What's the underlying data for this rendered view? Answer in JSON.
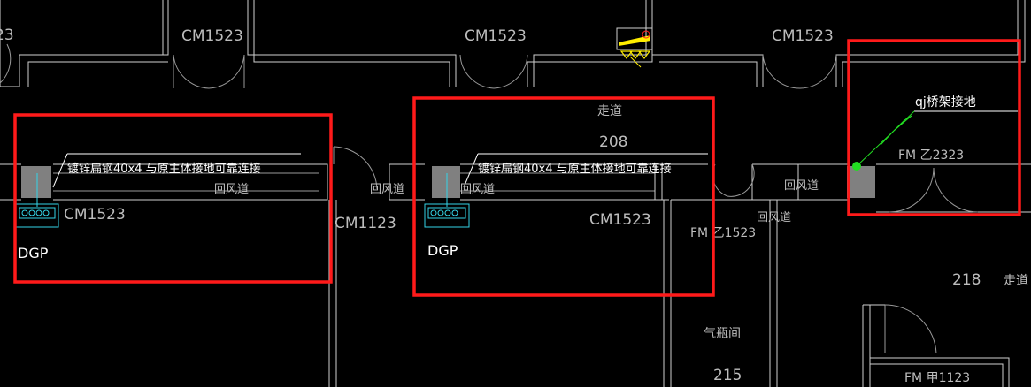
{
  "colors": {
    "background": "#000000",
    "wall": "#cfcfcf",
    "highlight": "#ff1a1a",
    "symbol": "#35d5e8",
    "marker": "#ffee00",
    "node": "#22dd22"
  },
  "labels": {
    "door_top_1": "CM1523",
    "door_top_2": "CM1523",
    "door_top_3": "CM1523",
    "door_top_partial": "23",
    "door_mid_1": "CM1523",
    "door_mid_2": "CM1123",
    "door_mid_3": "CM1523",
    "fm_1": "FM 乙1523",
    "fm_2": "FM 乙2323",
    "fm_3": "FM 甲1123",
    "corridor_1": "走道",
    "corridor_2": "走道",
    "room_208": "208",
    "room_218": "218",
    "room_215": "215",
    "return_air_1": "回风道",
    "return_air_2": "回风道",
    "return_air_3": "回风道",
    "return_air_4": "回风道",
    "return_air_5": "回风道",
    "gas_room": "气瓶间",
    "dgp_1": "DGP",
    "dgp_2": "DGP",
    "annotation_1": "镀锌扁钢40x4 与原主体接地可靠连接",
    "annotation_2": "镀锌扁钢40x4 与原主体接地可靠连接",
    "annotation_3": "qj桥架接地"
  }
}
